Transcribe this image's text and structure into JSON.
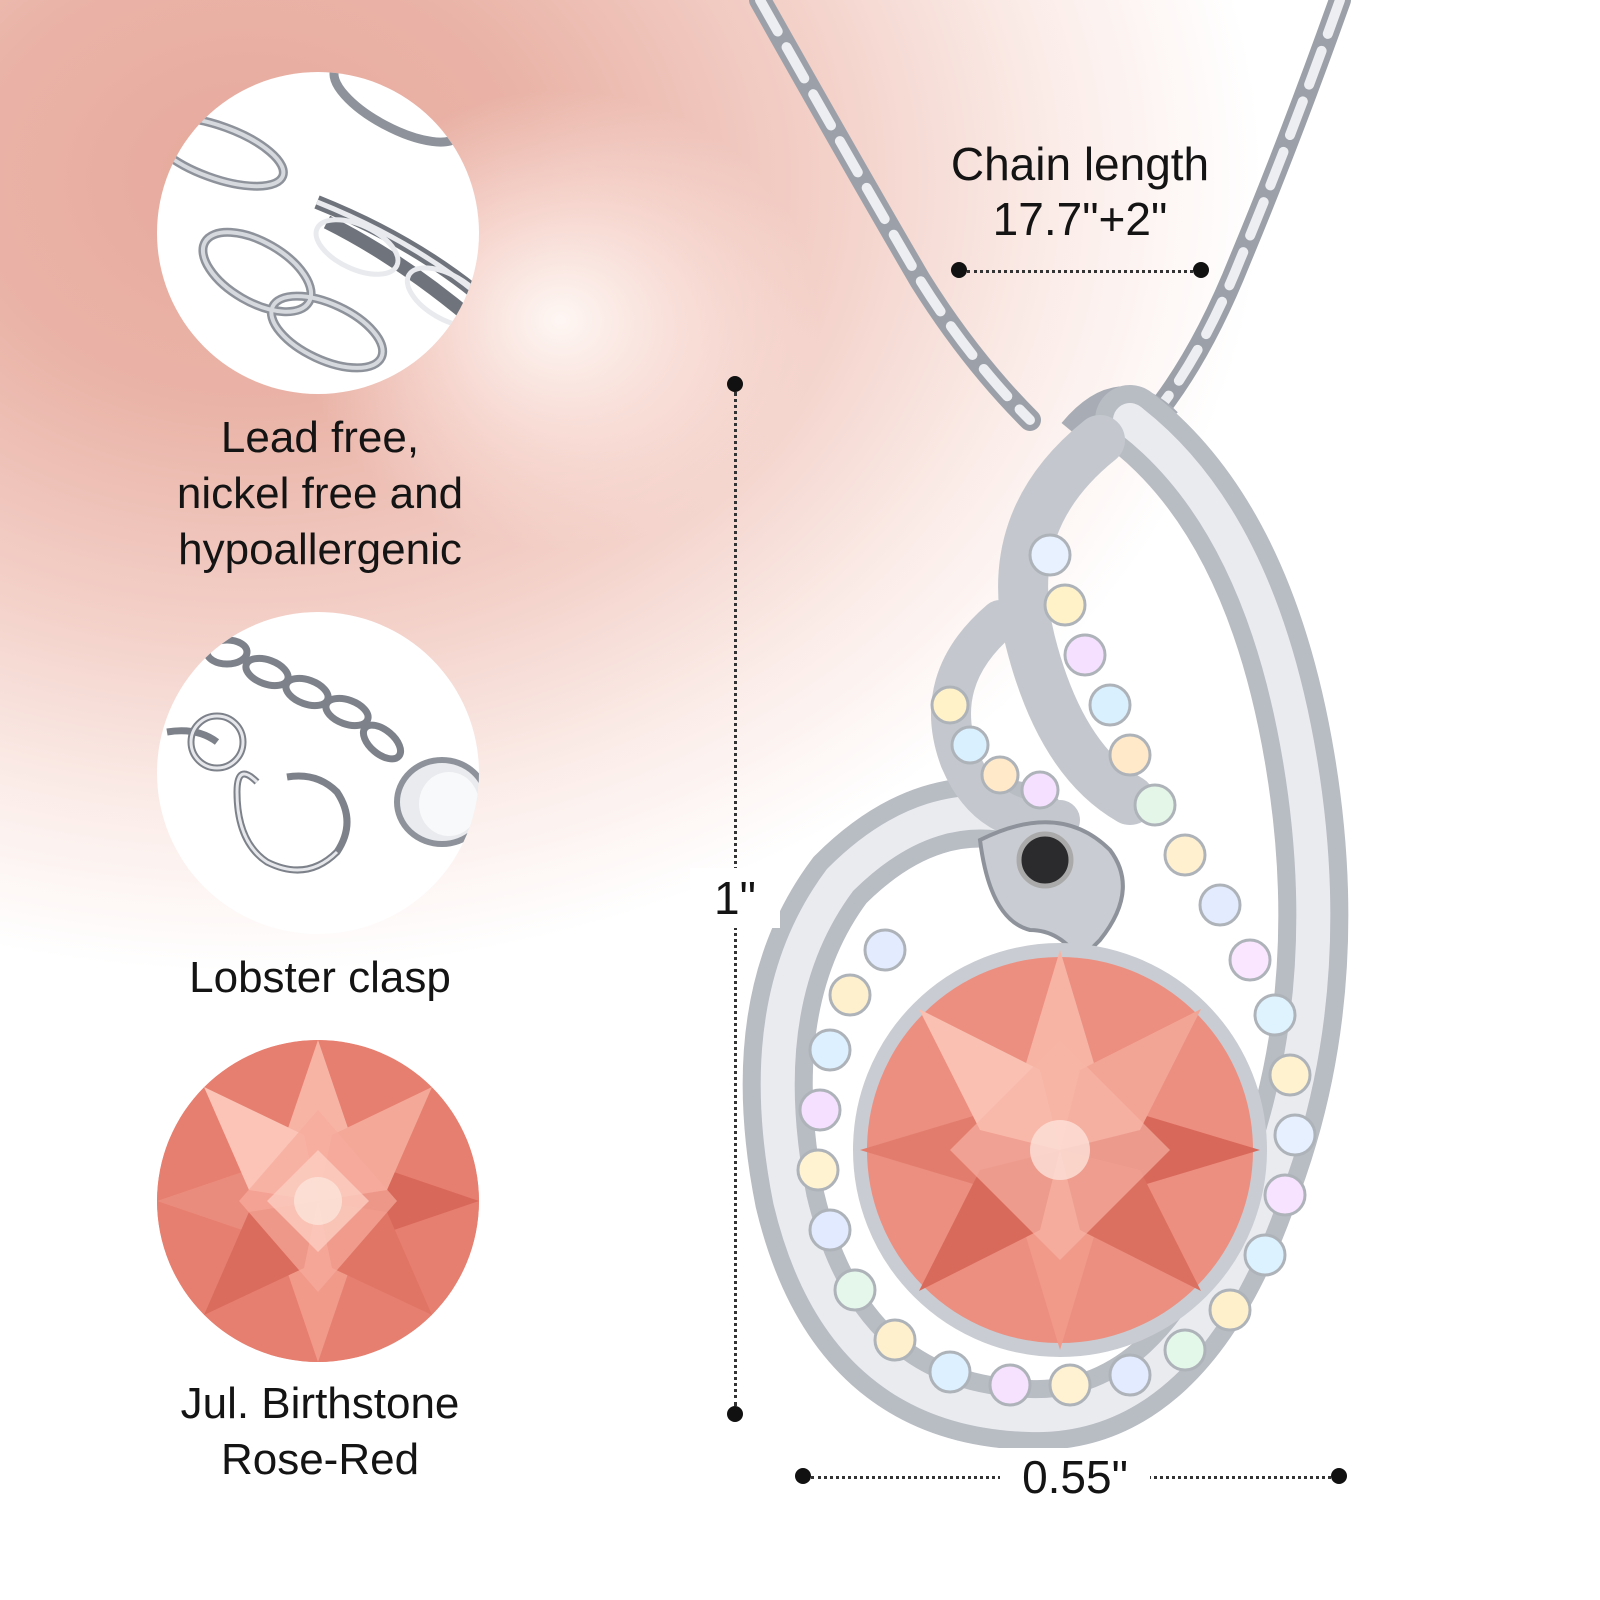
{
  "features": {
    "material_label_lines": [
      "Lead free,",
      "nickel free and",
      "hypoallergenic"
    ],
    "clasp_label": "Lobster clasp",
    "birthstone_label_lines": [
      "Jul. Birthstone",
      "Rose-Red"
    ]
  },
  "dimensions": {
    "chain_length_title": "Chain length",
    "chain_length_value": "17.7\"+2\"",
    "height_value": "1\"",
    "width_value": "0.55\""
  },
  "colors": {
    "stone": "#f09a8c",
    "stone_dark": "#d8685a",
    "silver": "#c9ccd2",
    "background_blush": "#e7a99c"
  },
  "icons": [
    "chain-detail-photo",
    "lobster-clasp-photo",
    "rose-red-gem-photo",
    "phoenix-pendant-photo"
  ]
}
